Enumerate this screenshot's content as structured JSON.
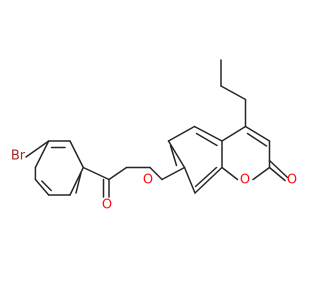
{
  "molecule": {
    "atoms": {
      "bromine": "Br",
      "ketone_oxygen": "O",
      "ether_oxygen": "O",
      "ring_oxygen": "O",
      "lactone_carbonyl_oxygen": "O"
    },
    "colors": {
      "bond": "#262626",
      "bromine": "#a52a2a",
      "oxygen": "#ff0d0d"
    }
  }
}
